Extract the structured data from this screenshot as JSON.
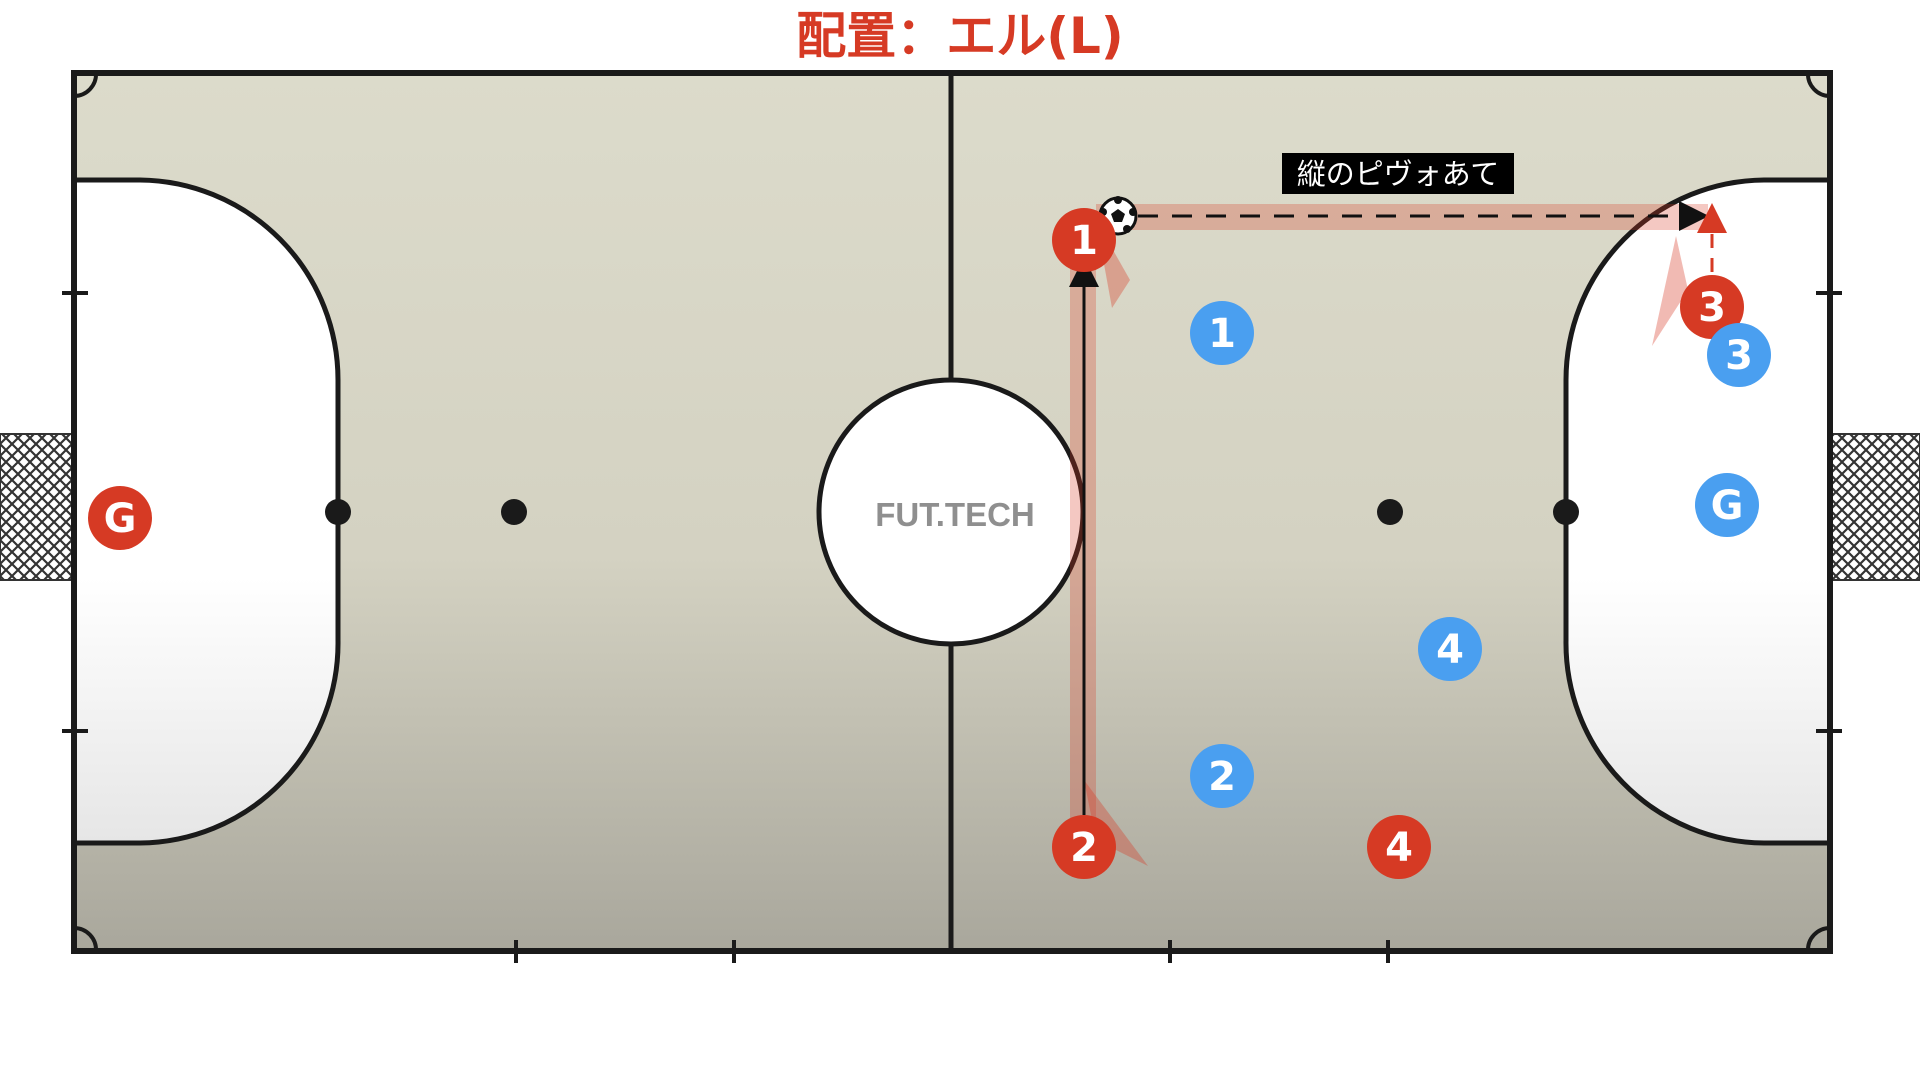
{
  "title": "配置：エル(L)",
  "court": {
    "logo": "FUT.TECH",
    "surface_color": "#dcdccc",
    "line_color": "#1a1a1a"
  },
  "annotation": {
    "text": "縦のピヴォあて"
  },
  "teams": {
    "red": {
      "color": "#d63a24"
    },
    "blue": {
      "color": "#4a9ff0"
    }
  },
  "players": {
    "red_g": "G",
    "red_1": "1",
    "red_2": "2",
    "red_3": "3",
    "red_4": "4",
    "blue_g": "G",
    "blue_1": "1",
    "blue_2": "2",
    "blue_3": "3",
    "blue_4": "4"
  },
  "ball": {
    "icon": "soccer-ball-icon"
  }
}
